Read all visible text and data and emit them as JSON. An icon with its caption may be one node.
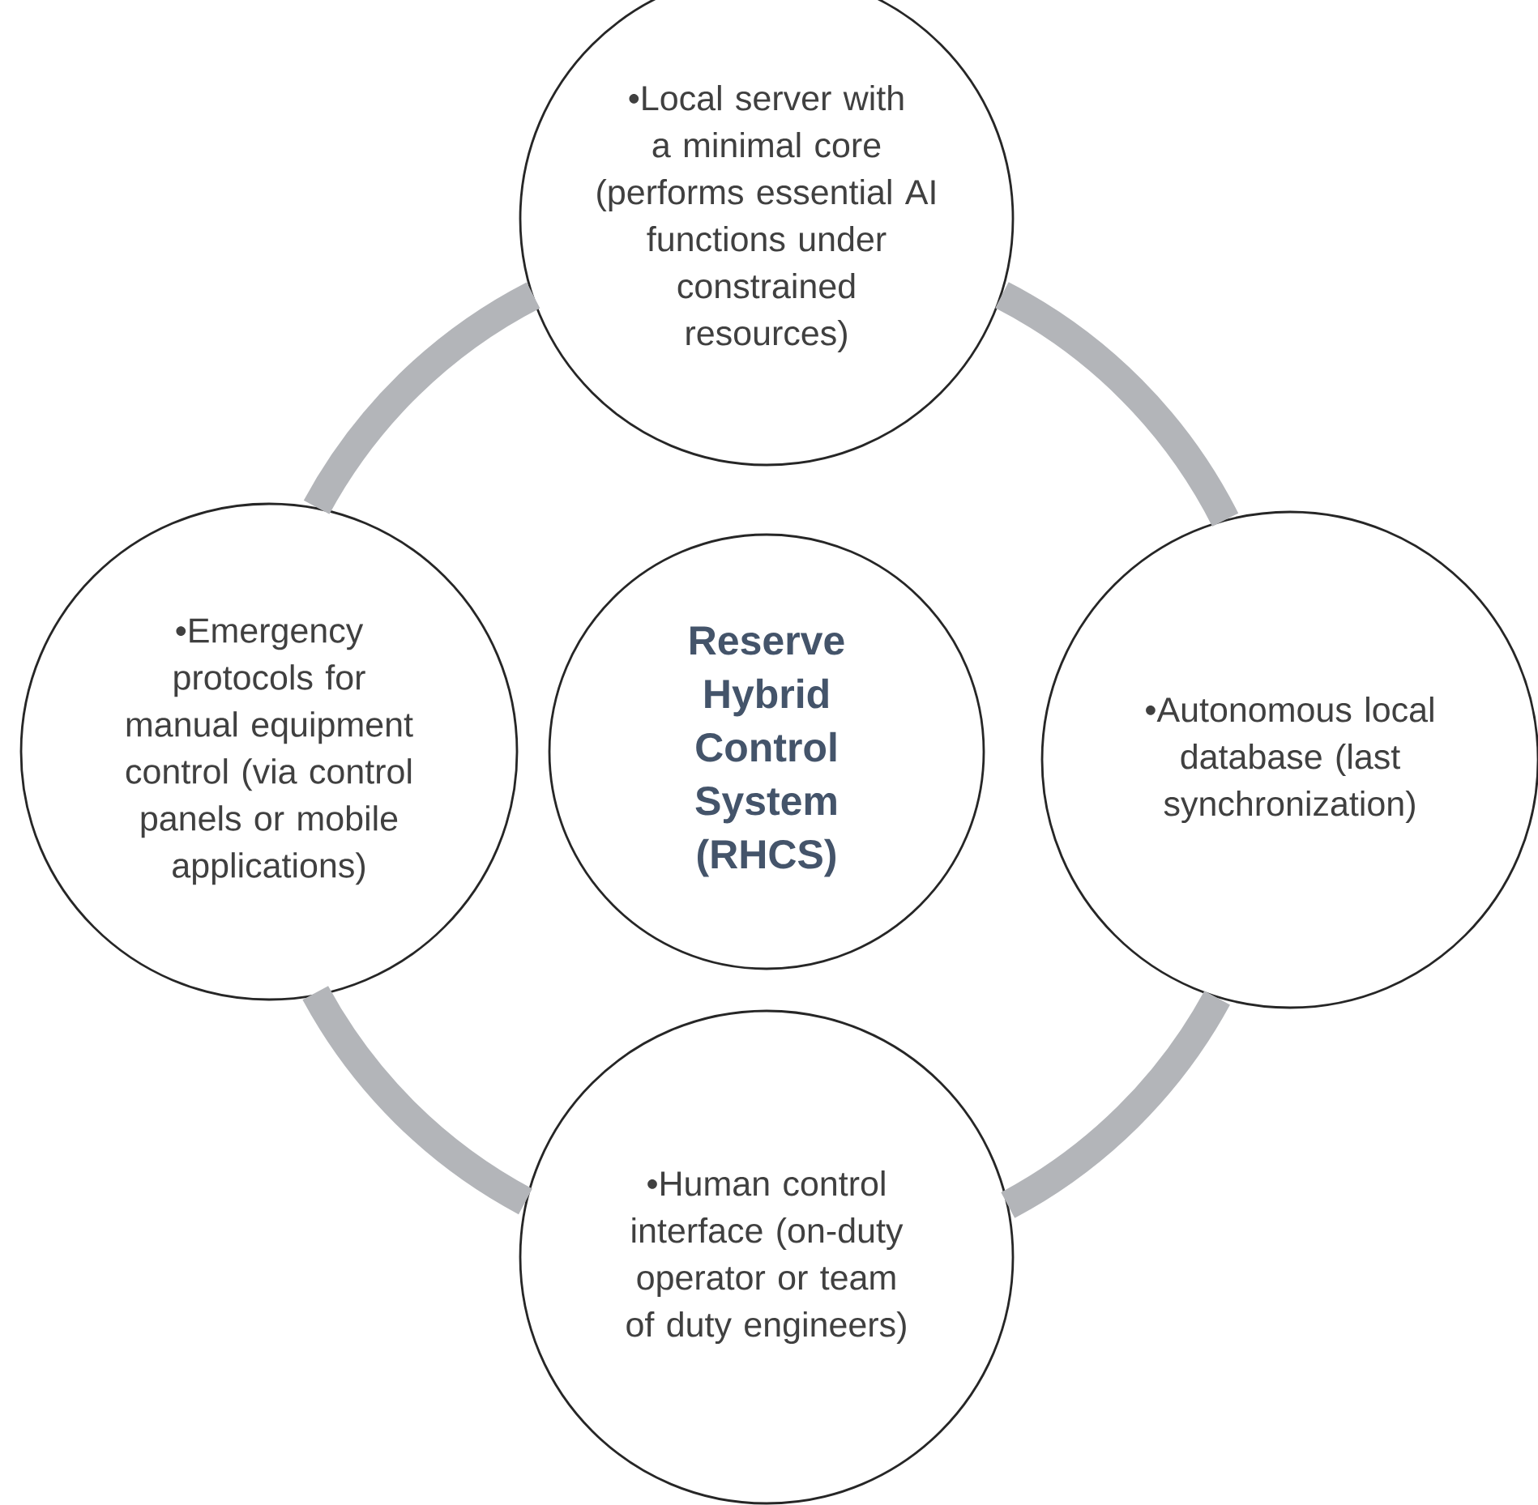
{
  "diagram": {
    "nodes": [
      {
        "text": [
          "•Local server with a minimal core (performs essential AI functions under constrained resources)"
        ]
      },
      {
        "text": [
          "•Emergency protocols for manual equipment control (via control panels or mobile applications)"
        ]
      },
      {
        "text": [
          "Reserve Hybrid Control System (RHCS)"
        ]
      },
      {
        "text": [
          "•Autonomous local database (last synchronization)"
        ]
      },
      {
        "text": [
          "•Human control interface (on-duty operator or team of duty engineers)"
        ]
      }
    ],
    "edges": [
      {
        "from": 0,
        "to": 3,
        "arrow": "none"
      },
      {
        "from": 3,
        "to": 4,
        "arrow": "none"
      },
      {
        "from": 4,
        "to": 1,
        "arrow": "none"
      },
      {
        "from": 1,
        "to": 0,
        "arrow": "none"
      }
    ]
  }
}
